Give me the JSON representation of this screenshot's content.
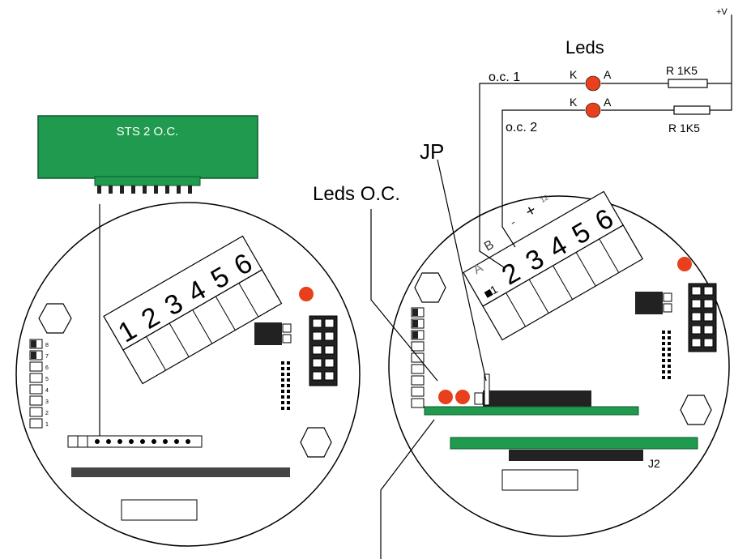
{
  "labels": {
    "leds": "Leds",
    "oc1": "o.c. 1",
    "oc2": "o.c. 2",
    "k1": "K",
    "a1": "A",
    "k2": "K",
    "a2": "A",
    "r1": "R 1K5",
    "r2": "R 1K5",
    "vplus": "+V",
    "jp": "JP",
    "leds_oc": "Leds O.C.",
    "module": "STS 2 O.C.",
    "j2": "J2",
    "term_right_b": "B",
    "term_right_a": "A",
    "term_right_minus": "-",
    "term_right_plus": "+",
    "term_right_12": "12"
  },
  "terminals_left": [
    "1",
    "2",
    "3",
    "4",
    "5",
    "6"
  ],
  "terminals_right": [
    "1",
    "2",
    "3",
    "4",
    "5",
    "6"
  ],
  "dip_numbers": [
    "8",
    "7",
    "6",
    "5",
    "4",
    "3",
    "2",
    "1"
  ],
  "colors": {
    "pcb_green": "#1f9a4e",
    "led_red": "#e8401c",
    "line": "#000000",
    "dark_bar": "#333333"
  }
}
